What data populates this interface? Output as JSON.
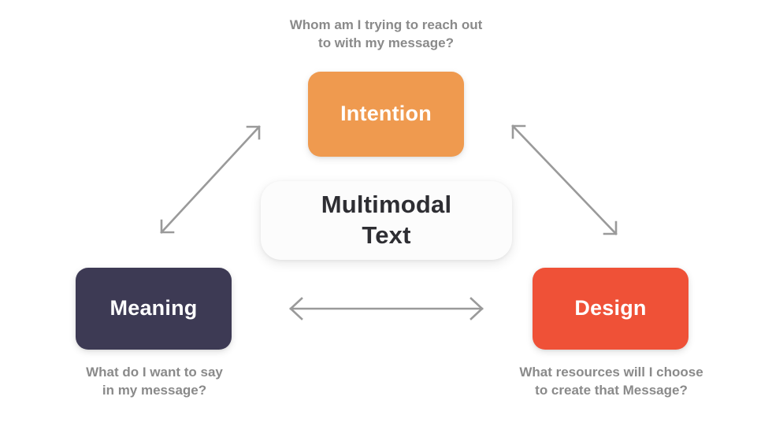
{
  "diagram": {
    "title": "Multimodal Text",
    "center": {
      "label_line1": "Multimodal",
      "label_line2": "Text",
      "color": "#FCFCFC",
      "text_color": "#2E2E33"
    },
    "nodes": [
      {
        "id": "intention",
        "label": "Intention",
        "color": "#EF9A4F",
        "text_color": "#FFFFFF",
        "position": "top"
      },
      {
        "id": "meaning",
        "label": "Meaning",
        "color": "#3D3A54",
        "text_color": "#FFFFFF",
        "position": "bottom-left"
      },
      {
        "id": "design",
        "label": "Design",
        "color": "#EF5137",
        "text_color": "#FFFFFF",
        "position": "bottom-right"
      }
    ],
    "captions": [
      {
        "id": "intention",
        "line1": "Whom am I trying to reach out",
        "line2": "to with my message?",
        "color": "#8A8A8A"
      },
      {
        "id": "meaning",
        "line1": "What do I want to say",
        "line2": "in my message?",
        "color": "#8A8A8A"
      },
      {
        "id": "design",
        "line1": "What resources will I choose",
        "line2": "to create that Message?",
        "color": "#8A8A8A"
      }
    ],
    "arrows": [
      {
        "id": "meaning-intention",
        "from": "meaning",
        "to": "intention",
        "style": "double-headed",
        "color": "#9A9A9A"
      },
      {
        "id": "intention-design",
        "from": "intention",
        "to": "design",
        "style": "double-headed",
        "color": "#9A9A9A"
      },
      {
        "id": "meaning-design",
        "from": "meaning",
        "to": "design",
        "style": "double-headed",
        "color": "#9A9A9A"
      }
    ]
  }
}
